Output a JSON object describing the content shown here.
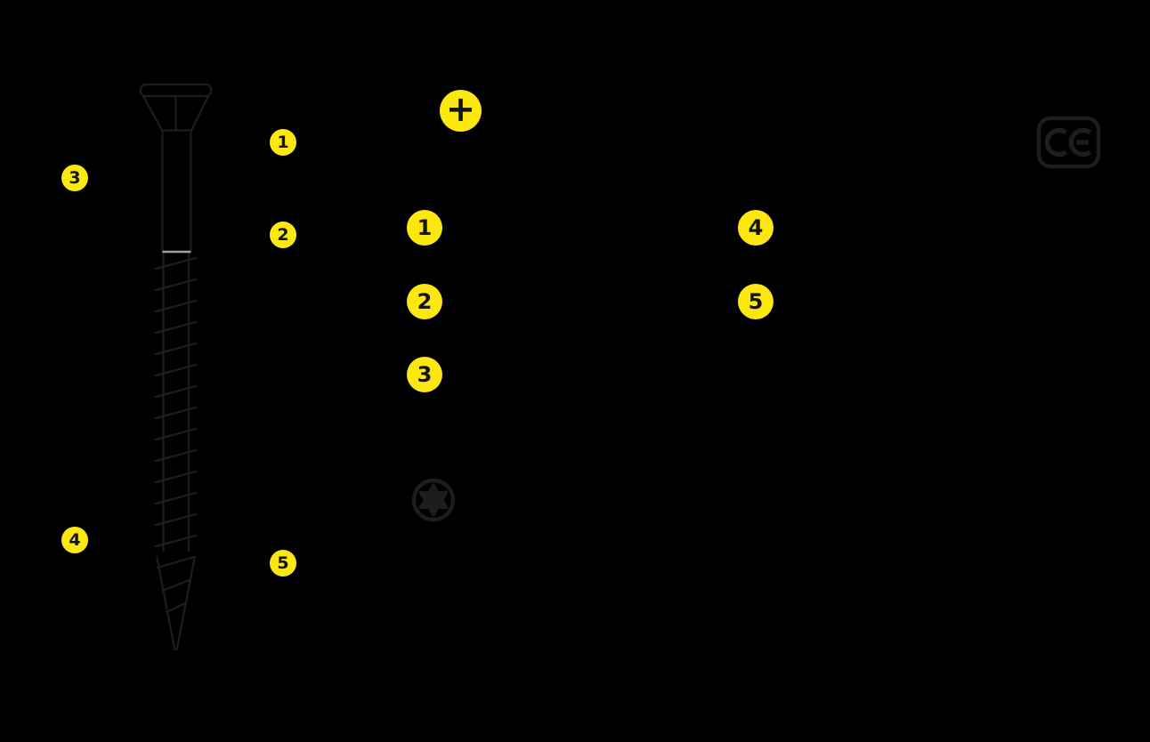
{
  "colors": {
    "background": "#000000",
    "accent_yellow": "#fce711",
    "line_dark": "#1d1d1b",
    "badge_text": "#14140f",
    "transition_gray": "#a3a39d"
  },
  "screw_callouts": [
    {
      "label": "1"
    },
    {
      "label": "2"
    },
    {
      "label": "3"
    },
    {
      "label": "4"
    },
    {
      "label": "5"
    }
  ],
  "plus_marker": {
    "label": "+"
  },
  "feature_markers_primary": [
    {
      "label": "1"
    },
    {
      "label": "2"
    },
    {
      "label": "3"
    }
  ],
  "feature_markers_secondary": [
    {
      "label": "4"
    },
    {
      "label": "5"
    }
  ],
  "icons": {
    "drive": "torx-star-icon",
    "certification": "ce-mark-icon"
  },
  "ce_mark": {
    "label": "CE"
  }
}
